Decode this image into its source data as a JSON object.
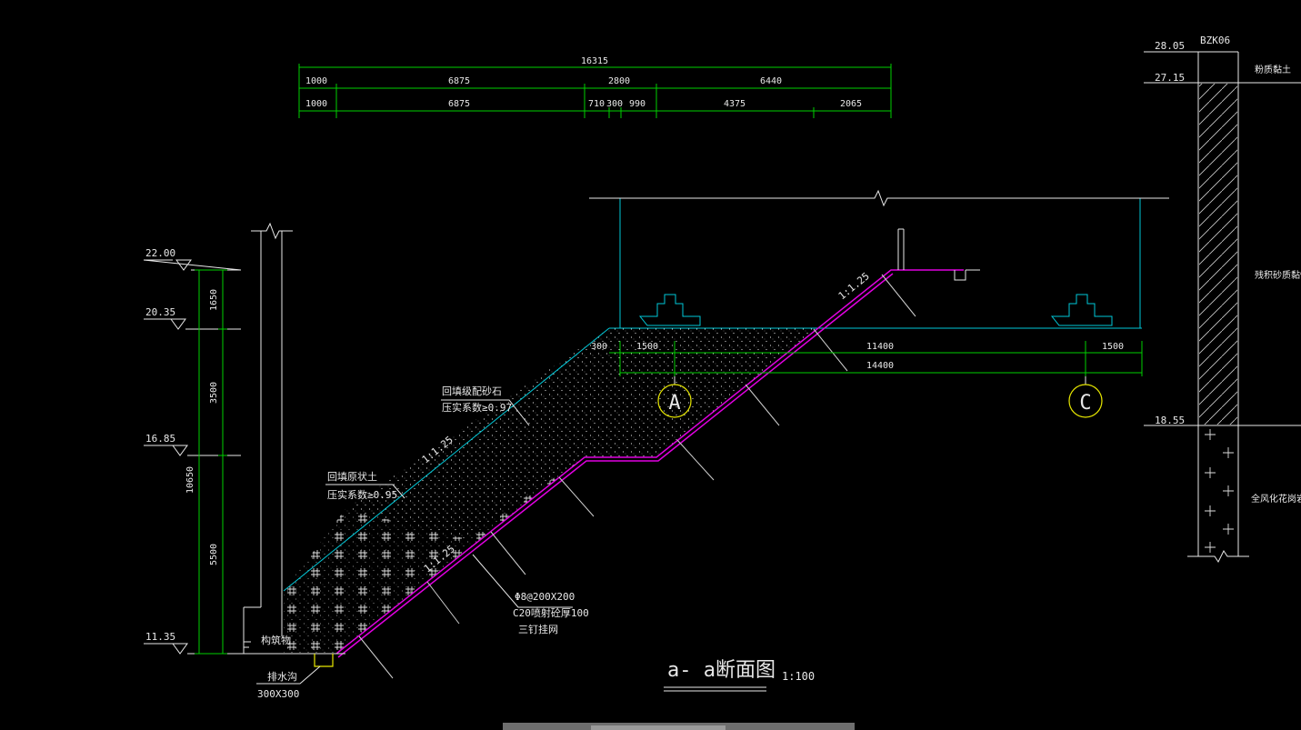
{
  "title": "a- a断面图",
  "scale": "1:100",
  "top_dims": {
    "total": "16315",
    "row1": [
      "1000",
      "6875",
      "2800",
      "6440"
    ],
    "row2": [
      "1000",
      "6875",
      "710",
      "300",
      "990",
      "4375",
      "2065"
    ]
  },
  "elevations": [
    "22.00",
    "20.35",
    "16.85",
    "11.35"
  ],
  "left_dims": [
    "1650",
    "3500",
    "5500",
    "10650"
  ],
  "bore": {
    "id": "BZK06",
    "elev_top": "28.05",
    "elev_mid": "27.15",
    "elev_bottom": "18.55",
    "layer1": "粉质黏土",
    "layer2": "残积砂质黏性土",
    "layer3": "全风化花岗岩"
  },
  "labels": {
    "backfill1_a": "回填级配砂石",
    "backfill1_b": "压实系数≥0.97",
    "backfill2_a": "回填原状土",
    "backfill2_b": "压实系数≥0.95",
    "slope": "1:1.25",
    "mesh_a": "Φ8@200X200",
    "mesh_b": "C20喷射砼厚100",
    "mesh_c": "三钉挂网",
    "struct": "构筑物",
    "drain_a": "排水沟",
    "drain_b": "300X300"
  },
  "platform_dims": {
    "left_offset": "300",
    "seg1": "1500",
    "seg2": "11400",
    "seg3": "1500",
    "total": "14400"
  },
  "axis_labels": [
    "A",
    "C"
  ]
}
